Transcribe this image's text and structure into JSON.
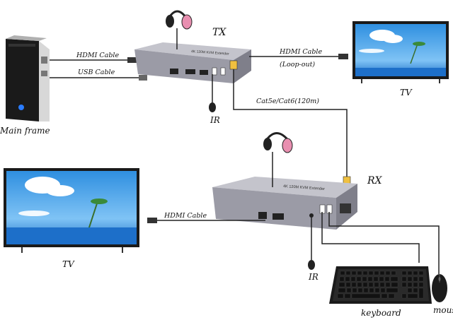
{
  "labels": {
    "tx": "TX",
    "rx": "RX",
    "main_frame": "Main frame",
    "tv_top_right": "TV",
    "tv_left": "TV",
    "ir_tx": "IR",
    "ir_rx": "IR",
    "keyboard": "keyboard",
    "mouse": "mous"
  },
  "cables": {
    "hdmi_main": "HDMI Cable",
    "usb_main": "USB Cable",
    "hdmi_loop": "HDMI Cable",
    "loop_out": "(Loop-out)",
    "cat": "Cat5e/Cat6(120m)",
    "hdmi_rx": "HDMI Cable"
  },
  "device_text": {
    "tx_top": "4K 120M KVM Extender",
    "rx_top": "4K 120M KVM Extender"
  },
  "colors": {
    "device_body": "#9b9ba6",
    "device_top": "#c4c4cc",
    "headphone": "#e88fb0",
    "sky_top": "#2f8fe0",
    "sea": "#1d6fc9"
  }
}
